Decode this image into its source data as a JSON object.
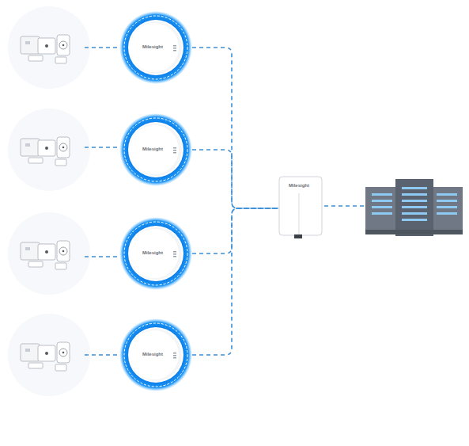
{
  "diagram": {
    "nodes": [
      {
        "text": [
          "Milesight"
        ]
      },
      {
        "text": [
          "Milesight"
        ]
      },
      {
        "text": [
          "Milesight"
        ]
      },
      {
        "text": [
          "Milesight"
        ]
      },
      {
        "text": [
          "Milesight"
        ]
      }
    ],
    "edges": [
      {
        "from": 0,
        "to": 4,
        "arrow": "none"
      },
      {
        "from": 1,
        "to": 4,
        "arrow": "none"
      },
      {
        "from": 2,
        "to": 4,
        "arrow": "none"
      },
      {
        "from": 3,
        "to": 4,
        "arrow": "none"
      }
    ]
  }
}
